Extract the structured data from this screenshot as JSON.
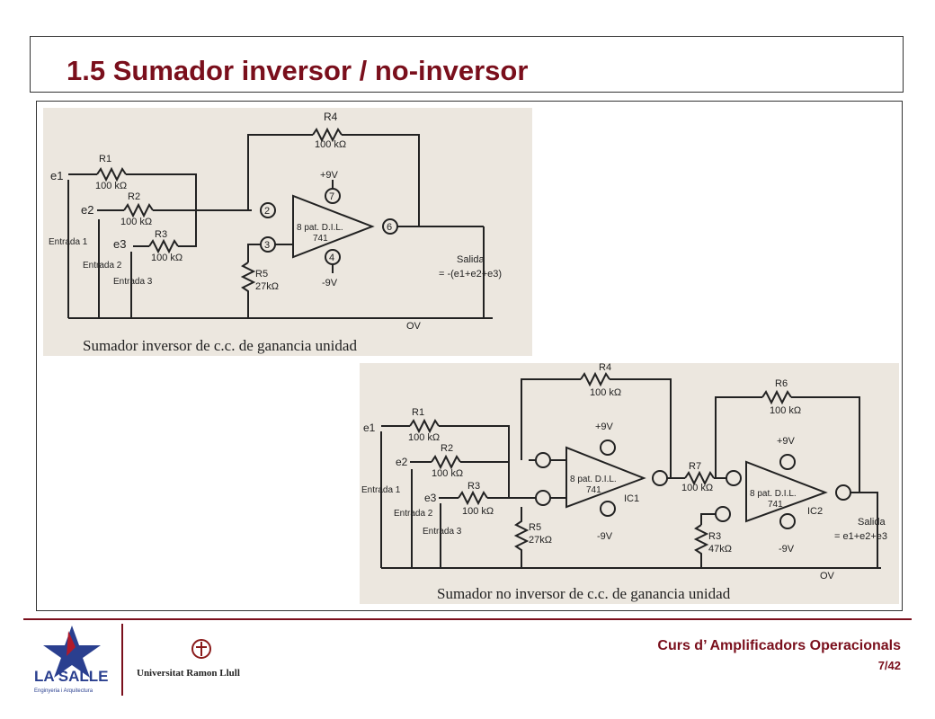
{
  "slide": {
    "title": "1.5 Sumador inversor / no-inversor",
    "course": "Curs d’ Amplificadors Operacionals",
    "page": "7/42"
  },
  "logos": {
    "lasalle_text": "LA SALLE",
    "lasalle_sub": "Enginyeria i Arquitectura",
    "url_text": "Universitat Ramon Llull"
  },
  "diagram1": {
    "caption": "Sumador inversor de c.c. de ganancia unidad",
    "inputs": [
      "e1",
      "e2",
      "e3"
    ],
    "entrada_labels": [
      "Entrada 1",
      "Entrada 2",
      "Entrada 3"
    ],
    "resistors": {
      "r1": "R1",
      "r1_val": "100 kΩ",
      "r2": "R2",
      "r2_val": "100 kΩ",
      "r3": "R3",
      "r3_val": "100 kΩ",
      "r4": "R4",
      "r4_val": "100 kΩ",
      "r5": "R5",
      "r5_val": "27kΩ"
    },
    "opamp_text": "8 pat. D.I.L.",
    "opamp_model": "741",
    "vplus": "+9V",
    "vminus": "-9V",
    "pins": [
      "2",
      "3",
      "7",
      "4",
      "6"
    ],
    "salida": "Salida",
    "salida_eq": "= -(e1+e2+e3)",
    "ground": "OV"
  },
  "diagram2": {
    "caption": "Sumador no inversor de c.c. de ganancia unidad",
    "inputs": [
      "e1",
      "e2",
      "e3"
    ],
    "entrada_labels": [
      "Entrada 1",
      "Entrada 2",
      "Entrada 3"
    ],
    "resistors": {
      "r1": "R1",
      "r1_val": "100 kΩ",
      "r2": "R2",
      "r2_val": "100 kΩ",
      "r3": "R3",
      "r3_val": "100 kΩ",
      "r4": "R4",
      "r4_val": "100 kΩ",
      "r5": "R5",
      "r5_val": "27kΩ",
      "r6": "R6",
      "r6_val": "100 kΩ",
      "r7": "R7",
      "r7_val": "100 kΩ",
      "r3b": "R3",
      "r3b_val": "47kΩ"
    },
    "opamp_text": "8 pat. D.I.L.",
    "opamp_model": "741",
    "ic1": "IC1",
    "ic2": "IC2",
    "vplus": "+9V",
    "vminus": "-9V",
    "salida": "Salida",
    "salida_eq": "= e1+e2+e3",
    "ground": "OV"
  }
}
